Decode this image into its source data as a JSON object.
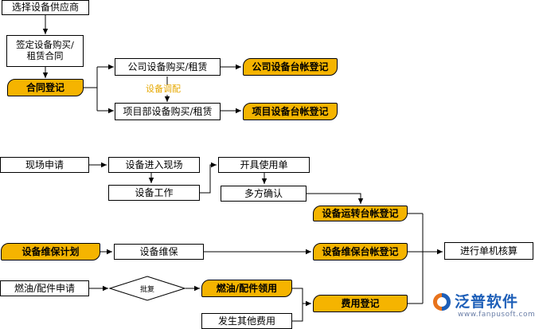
{
  "nodes": {
    "select_supplier": "选择设备供应商",
    "sign_contract": "签定设备购买/\n租赁合同",
    "contract_register": "合同登记",
    "company_purchase": "公司设备购买/租赁",
    "company_ledger": "公司设备台帐登记",
    "allocation": "设备调配",
    "project_purchase": "项目部设备购买/租赁",
    "project_ledger": "项目设备台帐登记",
    "site_apply": "现场申请",
    "enter_site": "设备进入现场",
    "equipment_work": "设备工作",
    "issue_usage": "开具使用单",
    "multi_confirm": "多方确认",
    "operation_ledger": "设备运转台帐登记",
    "maint_plan": "设备维保计划",
    "maintenance": "设备维保",
    "maint_ledger": "设备维保台帐登记",
    "unit_check": "进行单机核算",
    "fuel_apply": "燃油/配件申请",
    "approve": "批复",
    "fuel_use": "燃油/配件领用",
    "cost_register": "费用登记",
    "other_cost": "发生其他费用"
  },
  "logo": {
    "brand": "泛普软件",
    "url": "www.fanpusoft.com"
  },
  "colors": {
    "doc_fill": "#f5b400",
    "allocation_text": "#e6a800",
    "brand": "#1e5fb8"
  }
}
